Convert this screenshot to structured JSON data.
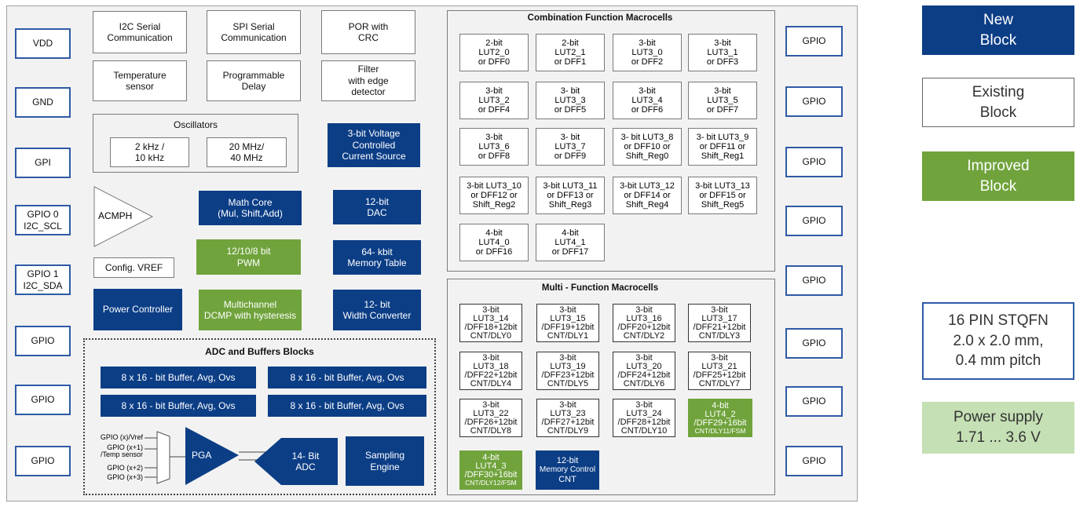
{
  "pins_left": [
    "VDD",
    "GND",
    "GPI",
    "GPIO 0\nI2C_SCL",
    "GPIO 1\nI2C_SDA",
    "GPIO",
    "GPIO",
    "GPIO"
  ],
  "pins_right": [
    "GPIO",
    "GPIO",
    "GPIO",
    "GPIO",
    "GPIO",
    "GPIO",
    "GPIO",
    "GPIO"
  ],
  "blocks": {
    "i2c": "I2C Serial\nCommunication",
    "spi": "SPI Serial\nCommunication",
    "por": "POR with\nCRC",
    "temp": "Temperature\nsensor",
    "progdelay": "Programmable\nDelay",
    "filter": "Filter\nwith edge\ndetector",
    "osc_title": "Oscillators",
    "osc1": "2 kHz /\n10 kHz",
    "osc2": "20 MHz/\n40 MHz",
    "vccs": "3-bit Voltage\nControlled\nCurrent Source",
    "acmph": "ACMPH",
    "math": "Math Core\n(Mul, Shift,Add)",
    "dac": "12-bit\nDAC",
    "pwm": "12/10/8 bit\nPWM",
    "memtable": "64- kbit\nMemory Table",
    "vref": "Config. VREF",
    "power": "Power Controller",
    "dcmp": "Multichannel\nDCMP with hysteresis",
    "widthconv": "12- bit\nWidth Converter"
  },
  "adc": {
    "title": "ADC and Buffers Blocks",
    "buffers": [
      "8 x 16  - bit Buffer, Avg, Ovs",
      "8 x 16  - bit Buffer, Avg, Ovs",
      "8 x 16  - bit Buffer, Avg, Ovs",
      "8 x 16  - bit Buffer, Avg, Ovs"
    ],
    "mux_inputs": [
      "GPIO (x)/Vref",
      "GPIO (x+1)\n/Temp sensor",
      "GPIO (x+2)",
      "GPIO (x+3)"
    ],
    "pga": "PGA",
    "adc": "14- Bit\nADC",
    "sampling": "Sampling\nEngine"
  },
  "combo": {
    "title": "Combination  Function Macrocells",
    "cells": [
      "2-bit\nLUT2_0\nor DFF0",
      "2-bit\nLUT2_1\nor DFF1",
      "3-bit\nLUT3_0\nor DFF2",
      "3-bit\nLUT3_1\nor DFF3",
      "3-bit\nLUT3_2\nor DFF4",
      "3- bit\nLUT3_3\nor DFF5",
      "3-bit\nLUT3_4\nor DFF6",
      "3-bit\nLUT3_5\nor DFF7",
      "3-bit\nLUT3_6\nor DFF8",
      "3- bit\nLUT3_7\nor DFF9",
      "3- bit LUT3_8\nor DFF10 or\nShift_Reg0",
      "3- bit LUT3_9\nor DFF11 or\nShift_Reg1",
      "3-bit LUT3_10\nor DFF12 or\nShift_Reg2",
      "3-bit LUT3_11\nor DFF13 or\nShift_Reg3",
      "3-bit LUT3_12\nor DFF14 or\nShift_Reg4",
      "3-bit LUT3_13\nor DFF15 or\nShift_Reg5",
      "4-bit\nLUT4_0\nor DFF16",
      "4-bit\nLUT4_1\nor DFF17"
    ]
  },
  "multi": {
    "title": "Multi - Function Macrocells",
    "cells": [
      "3-bit\nLUT3_14\n/DFF18+12bit\nCNT/DLY0",
      "3-bit\nLUT3_15\n/DFF19+12bit\nCNT/DLY1",
      "3-bit\nLUT3_16\n/DFF20+12bit\nCNT/DLY2",
      "3-bit\nLUT3_17\n/DFF21+12bit\nCNT/DLY3",
      "3-bit\nLUT3_18\n/DFF22+12bit\nCNT/DLY4",
      "3-bit\nLUT3_19\n/DFF23+12bit\nCNT/DLY5",
      "3-bit\nLUT3_20\n/DFF24+12bit\nCNT/DLY6",
      "3-bit\nLUT3_21\n/DFF25+12bit\nCNT/DLY7",
      "3-bit\nLUT3_22\n/DFF26+12bit\nCNT/DLY8",
      "3-bit\nLUT3_23\n/DFF27+12bit\nCNT/DLY9",
      "3-bit\nLUT3_24\n/DFF28+12bit\nCNT/DLY10"
    ],
    "improved1": {
      "l1": "4-bit",
      "l2": "LUT4_2",
      "l3": "/DFF29+16bit",
      "l4": "CNT/DLY11/FSM"
    },
    "improved2": {
      "l1": "4-bit",
      "l2": "LUT4_3",
      "l3": "/DFF30+16bit",
      "l4": "CNT/DLY12/FSM"
    },
    "memctl": {
      "l1": "12-bit",
      "l2": "Memory Control",
      "l3": "CNT"
    }
  },
  "legend": {
    "new": "New\nBlock",
    "existing": "Existing\nBlock",
    "improved": "Improved\nBlock",
    "package": "16 PIN STQFN\n2.0 x 2.0 mm,\n0.4 mm pitch",
    "supply": "Power supply\n1.71 ... 3.6 V"
  },
  "colors": {
    "new": "#0c3e86",
    "improved": "#70a33c",
    "pin_border": "#2f5aa6",
    "supply": "#c5e0b4"
  }
}
